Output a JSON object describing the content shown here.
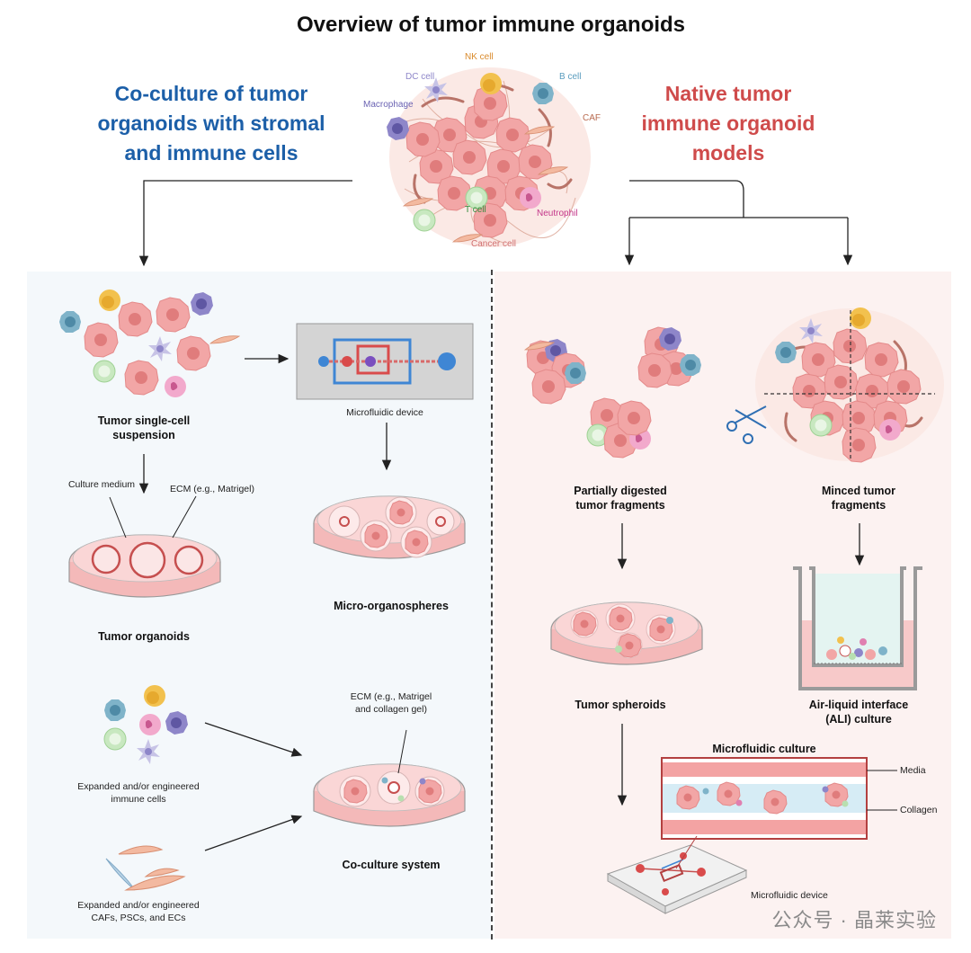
{
  "title": "Overview of tumor immune organoids",
  "left_heading": [
    "Co-culture of tumor",
    "organoids with stromal",
    "and immune cells"
  ],
  "right_heading": [
    "Native tumor",
    "immune organoid",
    "models"
  ],
  "cell_labels": {
    "nk": "NK cell",
    "dc": "DC cell",
    "b": "B cell",
    "macrophage": "Macrophage",
    "caf": "CAF",
    "t": "T cell",
    "neutrophil": "Neutrophil",
    "cancer": "Cancer cell"
  },
  "left_panel": {
    "suspension": [
      "Tumor single-cell",
      "suspension"
    ],
    "microfluidic": "Microfluidic device",
    "culture_medium": "Culture medium",
    "ecm": "ECM (e.g., Matrigel)",
    "tumor_organoids": "Tumor organoids",
    "micro_organospheres": "Micro-organospheres",
    "ecm_collagen": [
      "ECM (e.g., Matrigel",
      "and collagen gel)"
    ],
    "immune_cells": [
      "Expanded and/or engineered",
      "immune cells"
    ],
    "stromal_cells": [
      "Expanded and/or engineered",
      "CAFs, PSCs, and ECs"
    ],
    "coculture": "Co-culture system"
  },
  "right_panel": {
    "partially_digested": [
      "Partially digested",
      "tumor fragments"
    ],
    "minced": [
      "Minced tumor",
      "fragments"
    ],
    "spheroids": "Tumor spheroids",
    "ali": [
      "Air-liquid interface",
      "(ALI) culture"
    ],
    "microfluidic_culture": "Microfluidic culture",
    "media": "Media",
    "collagen": "Collagen",
    "microfluidic_device": "Microfluidic device"
  },
  "watermark": "公众号 · 晶莱实验",
  "colors": {
    "left_heading": "#1c5fa8",
    "right_heading": "#cf4b4b",
    "cancer_cell": "#f2a6a6",
    "cancer_nucleus": "#e07c7c",
    "dish_medium": "#f7c9c9",
    "nk": "#f2c14e",
    "b": "#7fb3c9",
    "macrophage": "#8e86c9",
    "t": "#b8dfb0",
    "neutrophil": "#e07fb0"
  }
}
